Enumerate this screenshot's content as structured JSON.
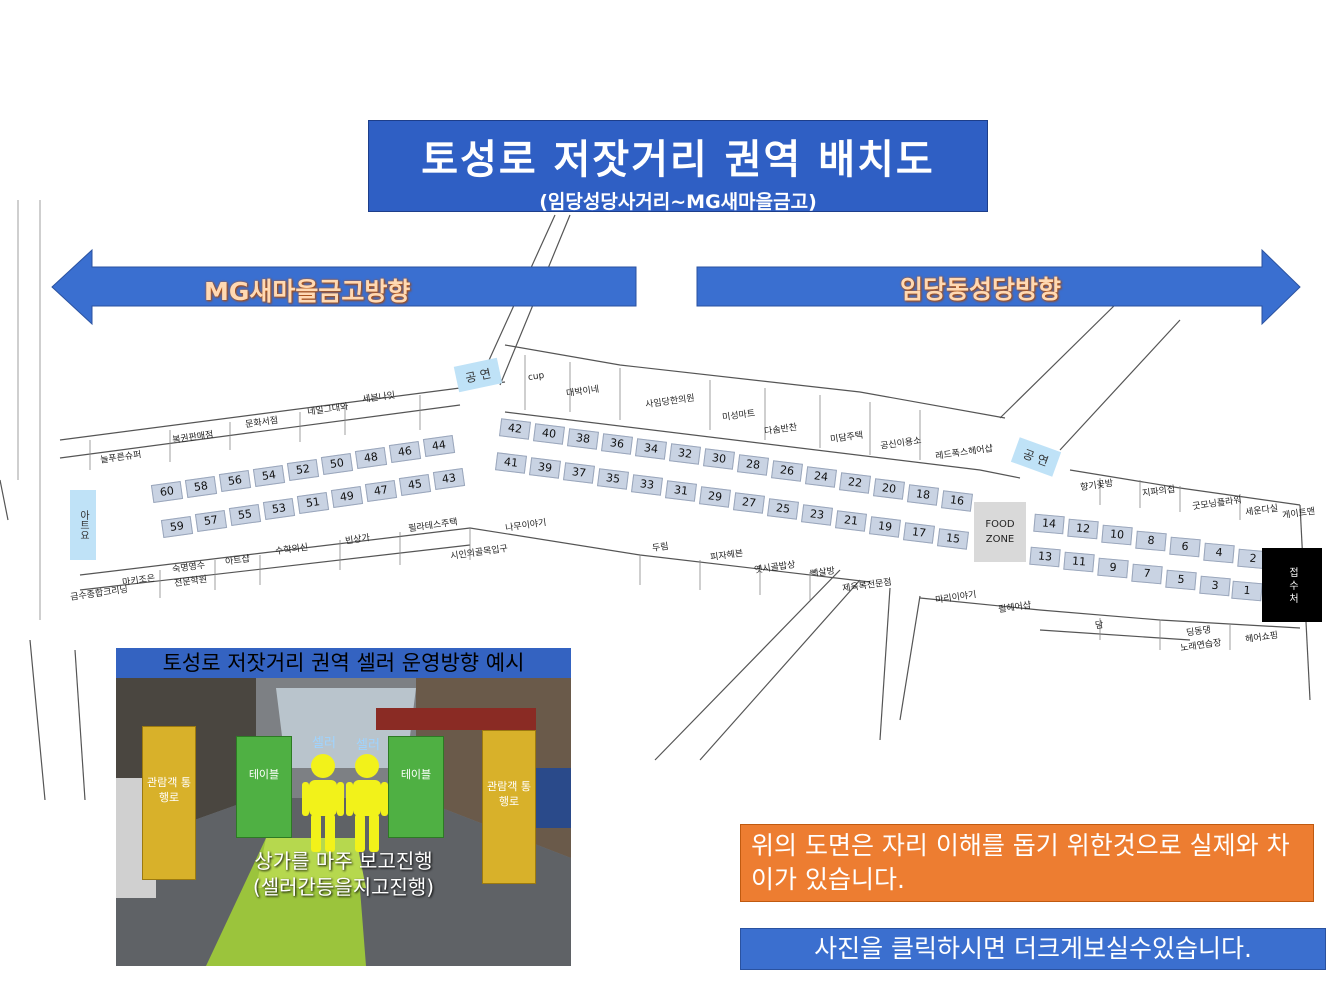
{
  "title": {
    "main": "토성로 저잣거리 권역 배치도",
    "sub": "(임당성당사거리~MG새마을금고)"
  },
  "directions": {
    "left": "MG새마을금고방향",
    "right": "임당동성당방향"
  },
  "stores_top": [
    "늘푸른슈퍼",
    "복권판매점",
    "문화서점",
    "네일그대와",
    "세븐나잇",
    "cup",
    "대박이네",
    "사임당한의원",
    "미성마트",
    "다솜반찬",
    "미담주택",
    "공신이용소",
    "레드폭스헤어샵",
    "향기꽃방",
    "지파의집",
    "굿모닝플라워",
    "세운다실",
    "게이트맨"
  ],
  "stores_bottom": [
    "금수종합크리닝",
    "마키조은",
    "숙명영수",
    "전문학원",
    "아트샵",
    "수학의신",
    "빈상가",
    "필라테스주택",
    "나무이야기",
    "시인의골목입구",
    "두림",
    "피자헤븐",
    "옛시골밥상",
    "빽살방",
    "제육복전문점",
    "마리이야기",
    "필헤어샵",
    "담",
    "딩동댕",
    "노래연습장",
    "헤어쇼핑"
  ],
  "parks": [
    "공 연",
    "공 연"
  ],
  "left_marker": "아트요",
  "booths_left_top": [
    "60",
    "58",
    "56",
    "54",
    "52",
    "50",
    "48",
    "46",
    "44"
  ],
  "booths_left_bottom": [
    "59",
    "57",
    "55",
    "53",
    "51",
    "49",
    "47",
    "45",
    "43"
  ],
  "booths_mid_top": [
    "42",
    "40",
    "38",
    "36",
    "34",
    "32",
    "30",
    "28",
    "26",
    "24",
    "22",
    "20",
    "18",
    "16"
  ],
  "booths_mid_bottom": [
    "41",
    "39",
    "37",
    "35",
    "33",
    "31",
    "29",
    "27",
    "25",
    "23",
    "21",
    "19",
    "17",
    "15"
  ],
  "booths_right_top": [
    "14",
    "12",
    "10",
    "8",
    "6",
    "4",
    "2"
  ],
  "booths_right_bottom": [
    "13",
    "11",
    "9",
    "7",
    "5",
    "3",
    "1"
  ],
  "food_zone": "FOOD ZONE",
  "reception": "접 수 처",
  "inset": {
    "title": "토성로 저잣거리 권역 셀러 운영방향 예시",
    "walkway": "관람객 통행로",
    "table": "테이블",
    "seller": "셀러",
    "caption_main": "상가를 마주 보고진행",
    "caption_sub": "(셀러간등을지고진행)"
  },
  "note": "위의 도면은 자리 이해를 돕기 위한것으로 실제와 차이가 있습니다.",
  "click_hint": "사진을 클릭하시면 더크게보실수있습니다.",
  "colors": {
    "title_blue": "#2f5fc4",
    "arrow_blue": "#3a6fd0",
    "booth": "#c9d3e3",
    "park": "#bfe2f7",
    "note_orange": "#ed7d31",
    "table_green": "#4fb043",
    "walkway_yellow": "#d8b12a"
  }
}
